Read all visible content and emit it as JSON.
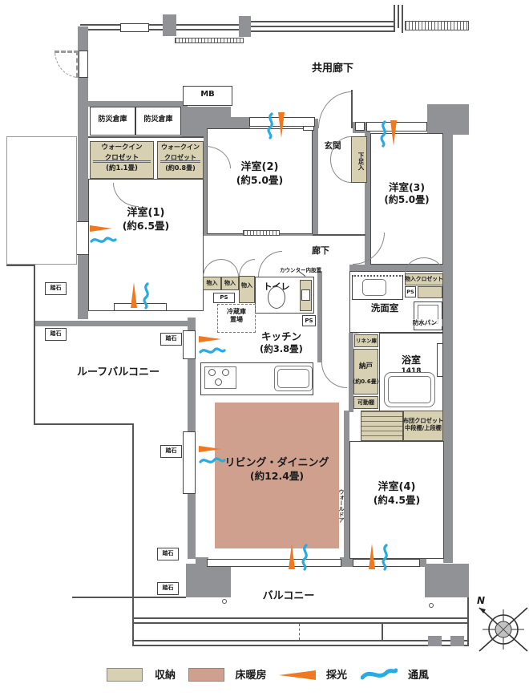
{
  "areas": {
    "common_corridor": "共用廊下",
    "balcony": "バルコニー",
    "roof_balcony": "ルーフバルコニー",
    "entrance": "玄関",
    "hallway": "廊下"
  },
  "rooms": {
    "western1": {
      "name": "洋室(1)",
      "size": "(約6.5畳)"
    },
    "western2": {
      "name": "洋室(2)",
      "size": "(約5.0畳)"
    },
    "western3": {
      "name": "洋室(3)",
      "size": "(約5.0畳)"
    },
    "western4": {
      "name": "洋室(4)",
      "size": "(約4.5畳)"
    },
    "living_dining": {
      "name": "リビング・ダイニング",
      "size": "(約12.4畳)"
    },
    "kitchen": {
      "name": "キッチン",
      "size": "(約3.8畳)"
    },
    "toilet": {
      "name": "トイレ"
    },
    "washroom": {
      "name": "洗面室"
    },
    "bathroom": {
      "name": "浴室",
      "size": "1418"
    },
    "storage_room": {
      "name": "納戸",
      "size": "(約0.6畳)"
    }
  },
  "storage": {
    "wic1": {
      "l1": "ウォークイン",
      "l2": "クロゼット",
      "l3": "(約1.1畳)"
    },
    "wic2": {
      "l1": "ウォークイン",
      "l2": "クロゼット",
      "l3": "(約0.8畳)"
    },
    "disaster": "防災倉庫",
    "monoire": "物入",
    "monoire_closet": "物入クロゼット",
    "shoe_cabinet": "下足入",
    "linen": "リネン庫",
    "movable_shelf": "可動棚",
    "futon": {
      "l1": "布団クロゼット",
      "l2": "中段棚/上段棚"
    },
    "refrigerator": {
      "l1": "冷蔵庫",
      "l2": "置場"
    }
  },
  "fixtures": {
    "mb": "MB",
    "ps": "PS",
    "waterproof_pan": "防水パン",
    "counter_note": "カウンター内設置",
    "wall_door": "ウォールドア",
    "stepping_stone": "踏石"
  },
  "legend": {
    "storage": "収納",
    "floor_heating": "床暖房",
    "daylight": "採光",
    "ventilation": "通風"
  },
  "compass": {
    "north": "N"
  },
  "colors": {
    "storage": "#d7d0b2",
    "floor_heating": "#cfa08e",
    "daylight": "#f0791f",
    "ventilation": "#29abe2",
    "wall": "#909296"
  }
}
